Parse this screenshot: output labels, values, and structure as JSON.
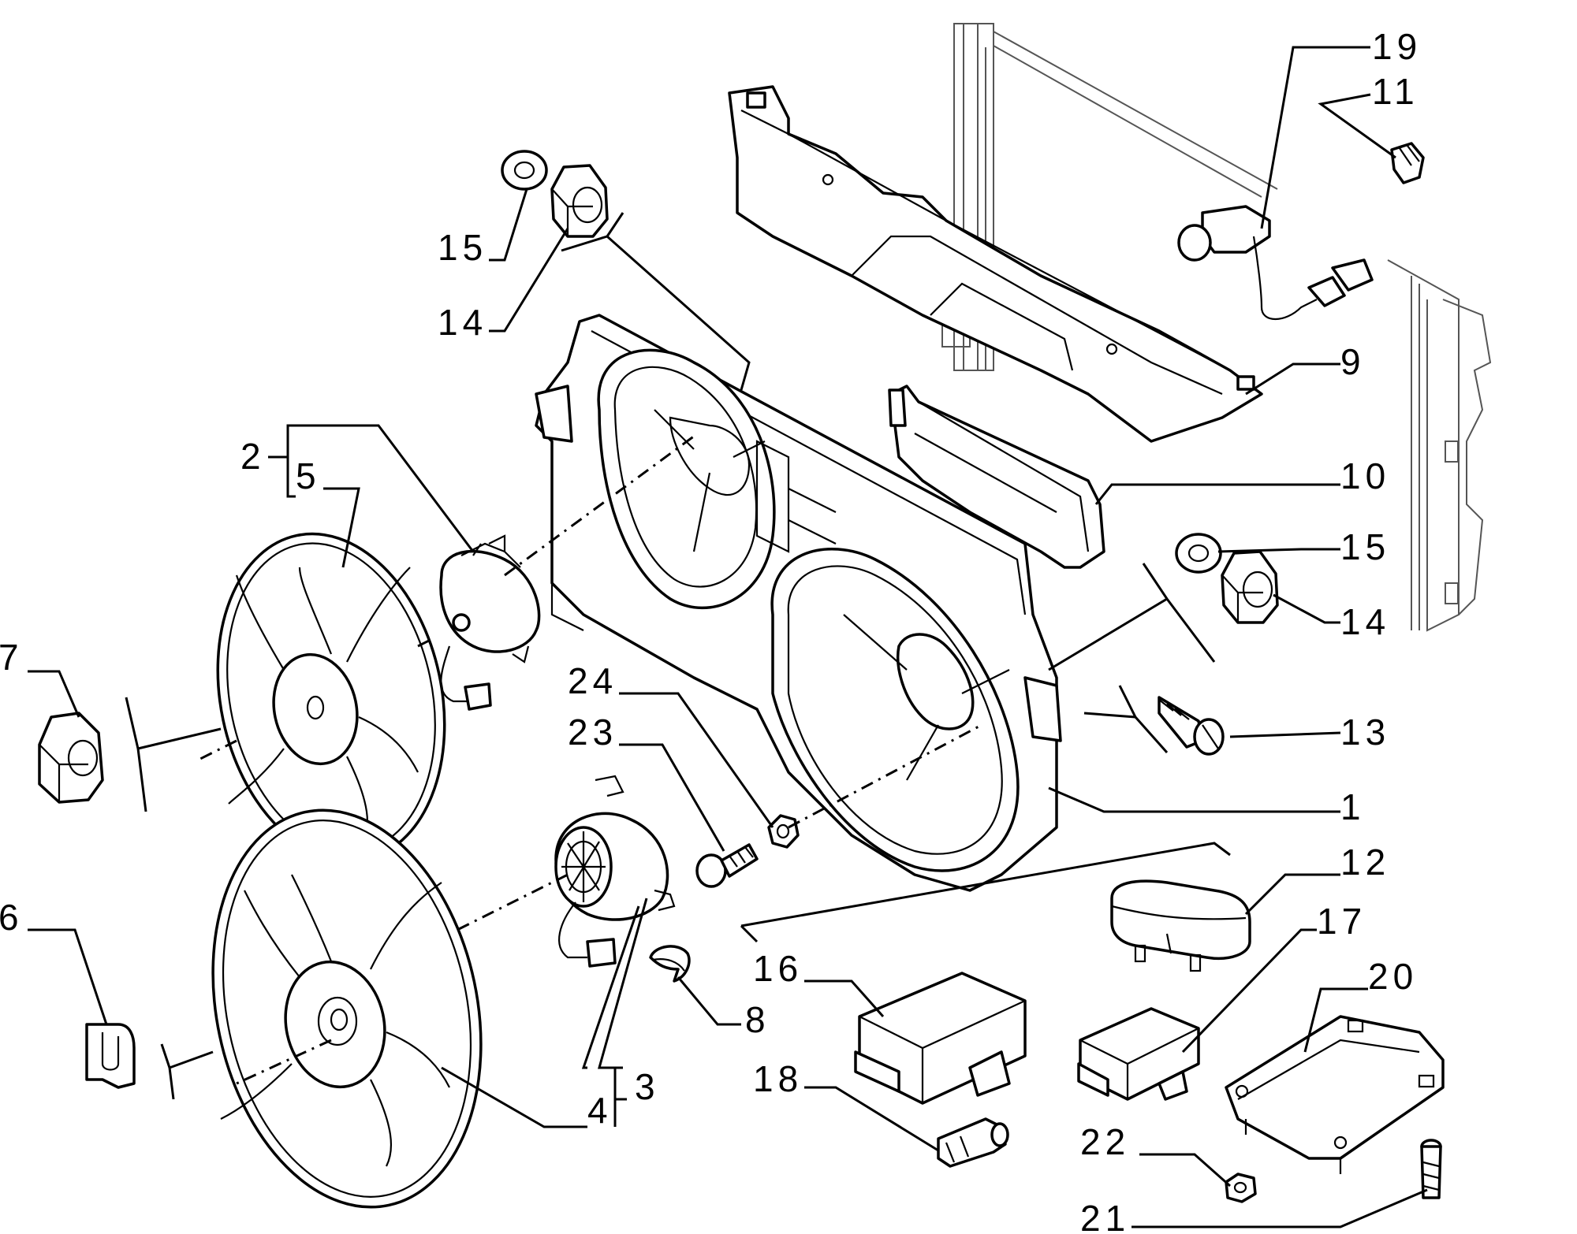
{
  "labels": [
    {
      "id": "1",
      "text": "1"
    },
    {
      "id": "2",
      "text": "2"
    },
    {
      "id": "3",
      "text": "3"
    },
    {
      "id": "4",
      "text": "4"
    },
    {
      "id": "5",
      "text": "5"
    },
    {
      "id": "6",
      "text": "6"
    },
    {
      "id": "7",
      "text": "7"
    },
    {
      "id": "8",
      "text": "8"
    },
    {
      "id": "9",
      "text": "9"
    },
    {
      "id": "10",
      "text": "10"
    },
    {
      "id": "11",
      "text": "11"
    },
    {
      "id": "12",
      "text": "12"
    },
    {
      "id": "13",
      "text": "13"
    },
    {
      "id": "14a",
      "text": "14"
    },
    {
      "id": "14b",
      "text": "14"
    },
    {
      "id": "15a",
      "text": "15"
    },
    {
      "id": "15b",
      "text": "15"
    },
    {
      "id": "16",
      "text": "16"
    },
    {
      "id": "17",
      "text": "17"
    },
    {
      "id": "18",
      "text": "18"
    },
    {
      "id": "19",
      "text": "19"
    },
    {
      "id": "20",
      "text": "20"
    },
    {
      "id": "21",
      "text": "21"
    },
    {
      "id": "22",
      "text": "22"
    },
    {
      "id": "23",
      "text": "23"
    },
    {
      "id": "24",
      "text": "24"
    }
  ]
}
